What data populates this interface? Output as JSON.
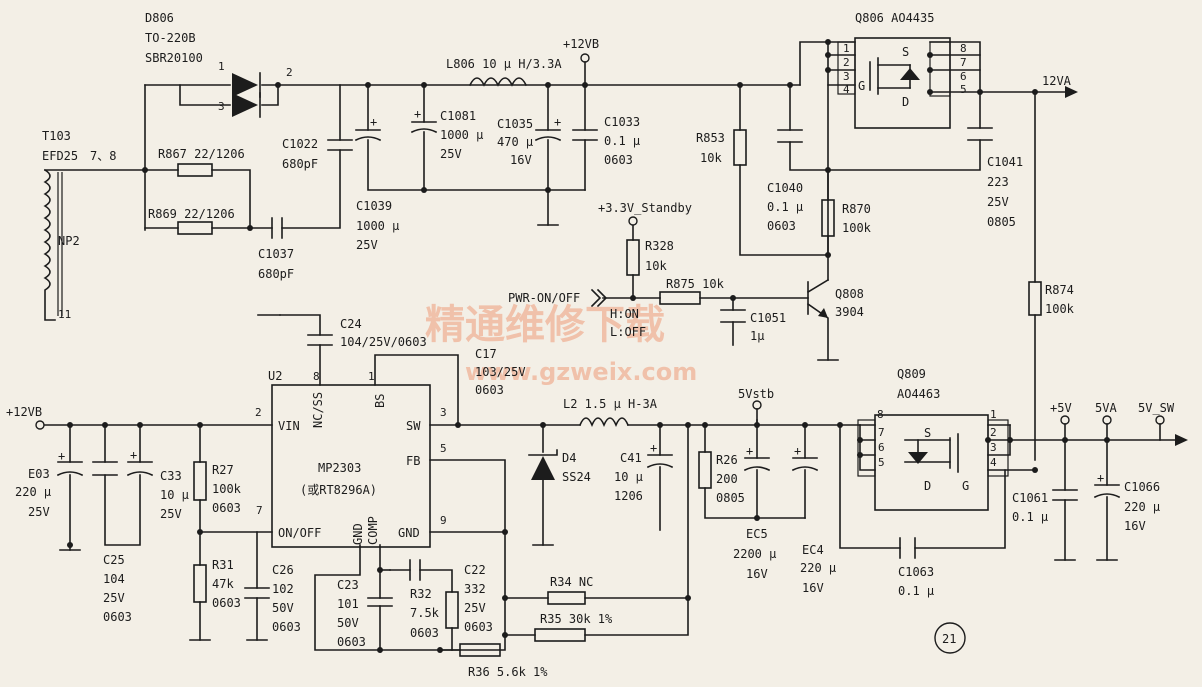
{
  "labels": {
    "d806": "D806",
    "d806_pkg": "TO-220B",
    "d806_part": "SBR20100",
    "d806_p1": "1",
    "d806_p2": "2",
    "d806_p3": "3",
    "t103": "T103",
    "t103_core": "EFD25",
    "t103_pins": "7、8",
    "t103_pin11": "11",
    "np2": "NP2",
    "r867": "R867 22/1206",
    "r869": "R869 22/1206",
    "c1037": "C1037",
    "c1037_v": "680pF",
    "c1022": "C1022",
    "c1022_v": "680pF",
    "c1039": "C1039",
    "c1039_v": "1000 μ",
    "c1039_v2": "25V",
    "c1081": "C1081",
    "c1081_v": "1000 μ",
    "c1081_v2": "25V",
    "l806": "L806 10 μ H/3.3A",
    "c1035": "C1035",
    "c1035_v": "470 μ",
    "c1035_v2": "16V",
    "c1033": "C1033",
    "c1033_v": "0.1 μ",
    "c1033_v2": "0603",
    "net12vb_top": "+12VB",
    "r853": "R853",
    "r853_v": "10k",
    "c1040": "C1040",
    "c1040_v": "0.1 μ",
    "c1040_v2": "0603",
    "q806": "Q806 AO4435",
    "q806_p1": "1",
    "q806_p2": "2",
    "q806_p3": "3",
    "q806_p4": "4",
    "q806_p5": "5",
    "q806_p6": "6",
    "q806_p7": "7",
    "q806_p8": "8",
    "q806_s": "S",
    "q806_g": "G",
    "q806_d": "D",
    "net12va": "12VA",
    "c1041": "C1041",
    "c1041_v": "223",
    "c1041_v2": "25V",
    "c1041_v3": "0805",
    "r870": "R870",
    "r870_v": "100k",
    "net33": "+3.3V_Standby",
    "r328": "R328",
    "r328_v": "10k",
    "pwr": "PWR-ON/OFF",
    "h_on": "H:ON",
    "l_off": "L:OFF",
    "r875": "R875 10k",
    "c1051": "C1051",
    "c1051_v": "1μ",
    "q808": "Q808",
    "q808_v": "3904",
    "r874": "R874",
    "r874_v": "100k",
    "c24": "C24",
    "c24_v": "104/25V/0603",
    "c17": "C17",
    "c17_v": "103/25V",
    "c17_v2": "0603",
    "u2": "U2",
    "u2_p8": "8",
    "u2_p1": "1",
    "u2_p2": "2",
    "u2_p3": "3",
    "u2_p5": "5",
    "u2_p7": "7",
    "u2_p9": "9",
    "u2_nc": "NC/SS",
    "u2_bs": "BS",
    "u2_vin": "VIN",
    "u2_sw": "SW",
    "u2_fb": "FB",
    "u2_onoff": "ON/OFF",
    "u2_gnd": "GND",
    "u2_gnd2": "GND",
    "u2_comp": "COMP",
    "u2_part": "MP2303",
    "u2_alt": "(或RT8296A)",
    "net12vb_left": "+12VB",
    "e03": "E03",
    "e03_v": "220 μ",
    "e03_v2": "25V",
    "c25": "C25",
    "c25_v": "104",
    "c25_v2": "25V",
    "c25_v3": "0603",
    "c33": "C33",
    "c33_v": "10 μ",
    "c33_v2": "25V",
    "r27": "R27",
    "r27_v": "100k",
    "r27_v2": "0603",
    "r31": "R31",
    "r31_v": "47k",
    "r31_v2": "0603",
    "c26": "C26",
    "c26_v": "102",
    "c26_v2": "50V",
    "c26_v3": "0603",
    "c23": "C23",
    "c23_v": "101",
    "c23_v2": "50V",
    "c23_v3": "0603",
    "r32": "R32",
    "r32_v": "7.5k",
    "r32_v2": "0603",
    "c22": "C22",
    "c22_v": "332",
    "c22_v2": "25V",
    "c22_v3": "0603",
    "l2": "L2 1.5 μ H-3A",
    "d4": "D4",
    "d4_v": "SS24",
    "c41": "C41",
    "c41_v": "10 μ",
    "c41_v2": "1206",
    "r34": "R34 NC",
    "r35": "R35 30k 1%",
    "r36": "R36 5.6k 1%",
    "net5vstb": "5Vstb",
    "r26": "R26",
    "r26_v": "200",
    "r26_v2": "0805",
    "ec5": "EC5",
    "ec5_v": "2200 μ",
    "ec5_v2": "16V",
    "ec4": "EC4",
    "ec4_v": "220 μ",
    "ec4_v2": "16V",
    "q809": "Q809",
    "q809_v": "AO4463",
    "q809_p1": "1",
    "q809_p2": "2",
    "q809_p3": "3",
    "q809_p4": "4",
    "q809_p5": "5",
    "q809_p6": "6",
    "q809_p7": "7",
    "q809_p8": "8",
    "q809_s": "S",
    "q809_g": "G",
    "q809_d": "D",
    "c1063": "C1063",
    "c1063_v": "0.1 μ",
    "net5v": "+5V",
    "net5va": "5VA",
    "net5vsw": "5V_SW",
    "c1061": "C1061",
    "c1061_v": "0.1 μ",
    "c1066": "C1066",
    "c1066_v": "220 μ",
    "c1066_v2": "16V",
    "fig_no": "21"
  },
  "watermark": {
    "cn": "精通维修下载",
    "url": "www.gzweix.com",
    "color": "#f0b9a0"
  },
  "colors": {
    "ink": "#1c1c1c",
    "paper": "#f3efe6"
  }
}
